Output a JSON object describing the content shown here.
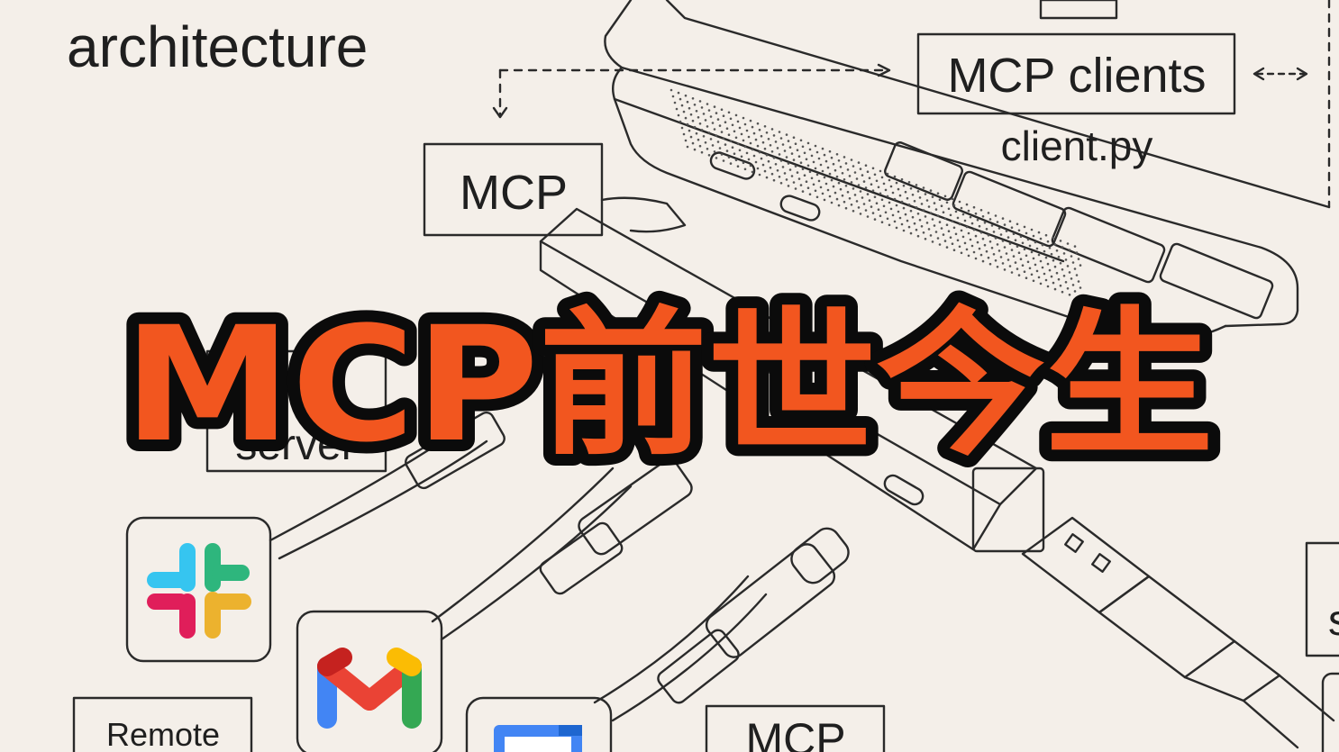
{
  "diagram": {
    "heading": "architecture",
    "client_box": "MCP clients",
    "client_file": "client.py",
    "server_box_top": "MCP",
    "server_box_left": "server",
    "remote_box": "Remote",
    "mcp_box_bottom": "MCP",
    "right_box_letter": "s"
  },
  "overlay": {
    "title": "MCP前世今生"
  },
  "colors": {
    "background": "#f4efe9",
    "line": "#2a2a2a",
    "title_fill": "#f2561f",
    "title_stroke": "#0b0b0b"
  },
  "icons": [
    "slack-icon",
    "gmail-icon",
    "calendar-icon",
    "laptop-illustration",
    "usb-hub-illustration",
    "usb-cable-illustration"
  ]
}
